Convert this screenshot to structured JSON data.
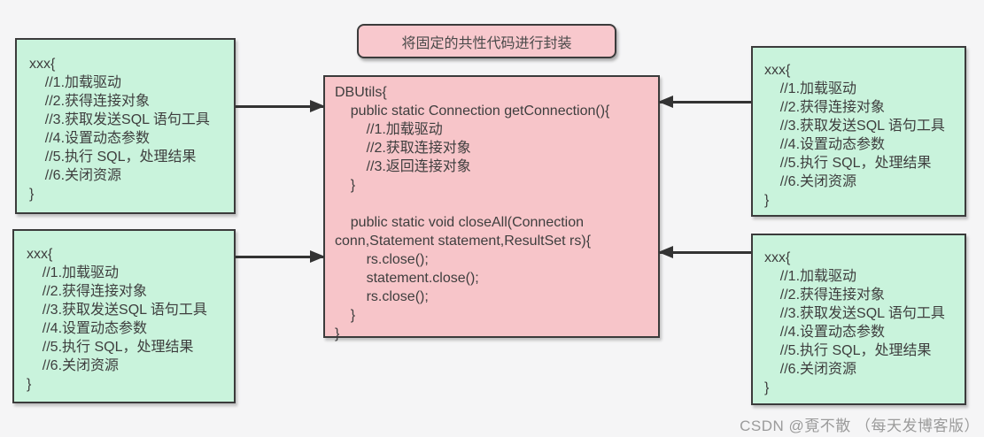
{
  "colors": {
    "background": "#f5f5f6",
    "source_box_fill": "#c9f3dc",
    "center_box_fill": "#f7c5c9",
    "title_box_fill": "#f8c8cd",
    "border": "#3b3b3b",
    "text": "#3e3e3e",
    "arrow": "#333333",
    "watermark_text": "#9b9b9b"
  },
  "title_box": {
    "label": "将固定的共性代码进行封装"
  },
  "center_box": {
    "name": "DBUtils",
    "code": "DBUtils{\n    public static Connection getConnection(){\n        //1.加载驱动\n        //2.获取连接对象\n        //3.返回连接对象\n    }\n\n    public static void closeAll(Connection\nconn,Statement statement,ResultSet rs){\n        rs.close();\n        statement.close();\n        rs.close();\n    }\n}"
  },
  "source_boxes": [
    {
      "position": "top-left",
      "code": "xxx{\n    //1.加载驱动\n    //2.获得连接对象\n    //3.获取发送SQL 语句工具\n    //4.设置动态参数\n    //5.执行 SQL，处理结果\n    //6.关闭资源\n}"
    },
    {
      "position": "bottom-left",
      "code": "xxx{\n    //1.加载驱动\n    //2.获得连接对象\n    //3.获取发送SQL 语句工具\n    //4.设置动态参数\n    //5.执行 SQL，处理结果\n    //6.关闭资源\n}"
    },
    {
      "position": "top-right",
      "code": "xxx{\n    //1.加载驱动\n    //2.获得连接对象\n    //3.获取发送SQL 语句工具\n    //4.设置动态参数\n    //5.执行 SQL，处理结果\n    //6.关闭资源\n}"
    },
    {
      "position": "bottom-right",
      "code": "xxx{\n    //1.加载驱动\n    //2.获得连接对象\n    //3.获取发送SQL 语句工具\n    //4.设置动态参数\n    //5.执行 SQL，处理结果\n    //6.关闭资源\n}"
    }
  ],
  "arrows": [
    {
      "from": "top-left-box",
      "to": "center-box",
      "direction": "right"
    },
    {
      "from": "bottom-left-box",
      "to": "center-box",
      "direction": "right"
    },
    {
      "from": "top-right-box",
      "to": "center-box",
      "direction": "left"
    },
    {
      "from": "bottom-right-box",
      "to": "center-box",
      "direction": "left"
    }
  ],
  "watermark": {
    "text": "CSDN @覔不散 （每天发博客版）"
  }
}
